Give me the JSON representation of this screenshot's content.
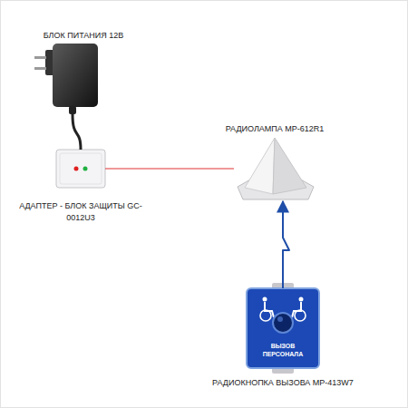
{
  "diagram": {
    "nodes": [
      {
        "text": [
          "БЛОК ПИТАНИЯ 12В"
        ]
      },
      {
        "text": [
          "АДАПТЕР - БЛОК ЗАЩИТЫ GC-0012U3"
        ]
      },
      {
        "text": [
          "РАДИОЛАМПА MP-612R1"
        ]
      },
      {
        "text": [
          "ВЫЗОВ ПЕРСОНАЛА",
          "РАДИОКНОПКА ВЫЗОВА MP-413W7"
        ]
      }
    ],
    "edges": [
      {
        "from": 0,
        "to": 1,
        "arrow": "none"
      },
      {
        "from": 1,
        "to": 2,
        "arrow": "none"
      },
      {
        "from": 3,
        "to": 2,
        "arrow": "to"
      }
    ]
  }
}
